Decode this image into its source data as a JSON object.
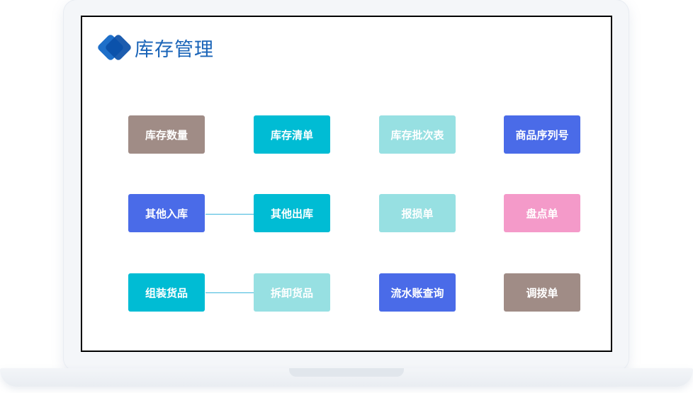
{
  "header": {
    "title": "库存管理"
  },
  "tiles": {
    "inventory_quantity": {
      "label": "库存数量",
      "color": "#a08c86"
    },
    "inventory_list": {
      "label": "库存清单",
      "color": "#00bcd4"
    },
    "inventory_batch_table": {
      "label": "库存批次表",
      "color": "#97e0e2"
    },
    "product_serial_number": {
      "label": "商品序列号",
      "color": "#4a6be8"
    },
    "other_inbound": {
      "label": "其他入库",
      "color": "#4a6be8"
    },
    "other_outbound": {
      "label": "其他出库",
      "color": "#00bcd4"
    },
    "loss_report": {
      "label": "报损单",
      "color": "#97e0e2"
    },
    "stocktake": {
      "label": "盘点单",
      "color": "#f49ac9"
    },
    "assemble_goods": {
      "label": "组装货品",
      "color": "#00bcd4"
    },
    "disassemble_goods": {
      "label": "拆卸货品",
      "color": "#97e0e2"
    },
    "ledger_query": {
      "label": "流水账查询",
      "color": "#4a6be8"
    },
    "transfer_order": {
      "label": "调拨单",
      "color": "#a08c86"
    }
  }
}
